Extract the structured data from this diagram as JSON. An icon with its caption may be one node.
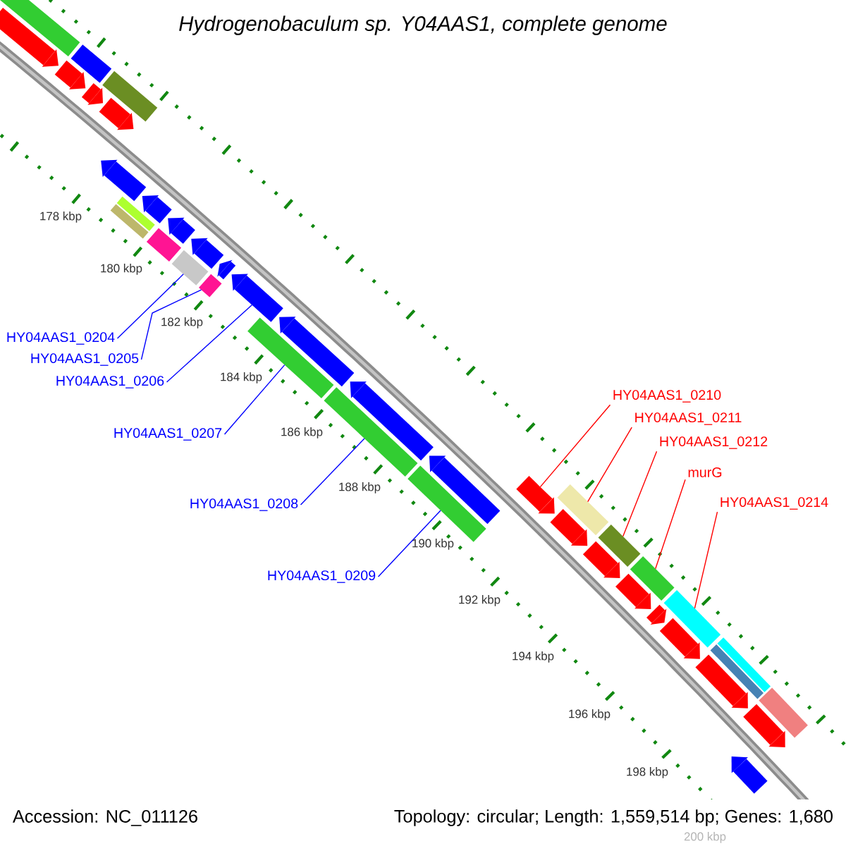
{
  "diagram": {
    "title": "Hydrogenobaculum sp. Y04AAS1, complete genome",
    "nodes": [
      {
        "text": [
          "HY04AAS1_0204"
        ]
      },
      {
        "text": [
          "HY04AAS1_0205"
        ]
      },
      {
        "text": [
          "HY04AAS1_0206"
        ]
      },
      {
        "text": [
          "HY04AAS1_0207"
        ]
      },
      {
        "text": [
          "HY04AAS1_0208"
        ]
      },
      {
        "text": [
          "HY04AAS1_0209"
        ]
      },
      {
        "text": [
          "HY04AAS1_0210"
        ]
      },
      {
        "text": [
          "HY04AAS1_0211"
        ]
      },
      {
        "text": [
          "HY04AAS1_0212"
        ]
      },
      {
        "text": [
          "murG"
        ]
      },
      {
        "text": [
          "HY04AAS1_0214"
        ]
      },
      {
        "text": [],
        "shape": "arrow"
      },
      {
        "text": [],
        "shape": "bar"
      },
      {
        "text": [],
        "shape": "bar"
      },
      {
        "text": [],
        "shape": "bar"
      },
      {
        "text": [],
        "shape": "arrow"
      },
      {
        "text": [],
        "shape": "arrow"
      },
      {
        "text": [],
        "shape": "arrow"
      },
      {
        "text": [],
        "shape": "arrow"
      },
      {
        "text": [],
        "shape": "bar"
      },
      {
        "text": [],
        "shape": "bar"
      },
      {
        "text": [],
        "shape": "arrow"
      },
      {
        "text": [],
        "shape": "bar"
      },
      {
        "text": [],
        "shape": "arrow"
      },
      {
        "text": [],
        "shape": "bar"
      },
      {
        "text": [],
        "shape": "arrow"
      },
      {
        "text": [],
        "shape": "bar"
      },
      {
        "text": [],
        "shape": "arrow"
      },
      {
        "text": [],
        "shape": "arrow"
      },
      {
        "text": [],
        "shape": "bar"
      },
      {
        "text": [],
        "shape": "arrow"
      },
      {
        "text": [],
        "shape": "bar"
      },
      {
        "text": [],
        "shape": "arrow"
      },
      {
        "text": [],
        "shape": "bar"
      },
      {
        "text": [],
        "shape": "arrow"
      },
      {
        "text": [],
        "shape": "arrow"
      },
      {
        "text": [],
        "shape": "bar"
      },
      {
        "text": [],
        "shape": "arrow"
      },
      {
        "text": [],
        "shape": "bar"
      },
      {
        "text": [],
        "shape": "arrow"
      },
      {
        "text": [],
        "shape": "bar"
      },
      {
        "text": [],
        "shape": "arrow"
      },
      {
        "text": [],
        "shape": "bar"
      },
      {
        "text": [],
        "shape": "arrow"
      },
      {
        "text": [],
        "shape": "bar"
      },
      {
        "text": [],
        "shape": "arrow"
      },
      {
        "text": [],
        "shape": "bar"
      },
      {
        "text": [],
        "shape": "arrow"
      },
      {
        "text": [],
        "shape": "arrow"
      },
      {
        "text": [],
        "shape": "arrow"
      },
      {
        "text": [],
        "shape": "bar"
      }
    ],
    "edges": [
      {
        "from": 0,
        "to": 24,
        "arrow": "none",
        "color": "#0000ff"
      },
      {
        "from": 1,
        "to": 26,
        "arrow": "none",
        "color": "#0000ff"
      },
      {
        "from": 2,
        "to": 28,
        "arrow": "none",
        "color": "#0000ff"
      },
      {
        "from": 3,
        "to": 29,
        "arrow": "none",
        "color": "#0000ff"
      },
      {
        "from": 4,
        "to": 31,
        "arrow": "none",
        "color": "#0000ff"
      },
      {
        "from": 5,
        "to": 33,
        "arrow": "none",
        "color": "#0000ff"
      },
      {
        "from": 6,
        "to": 35,
        "arrow": "none",
        "color": "#ff0000"
      },
      {
        "from": 7,
        "to": 36,
        "arrow": "none",
        "color": "#ff0000"
      },
      {
        "from": 8,
        "to": 38,
        "arrow": "none",
        "color": "#ff0000"
      },
      {
        "from": 9,
        "to": 40,
        "arrow": "none",
        "color": "#ff0000"
      },
      {
        "from": 10,
        "to": 42,
        "arrow": "none",
        "color": "#ff0000"
      }
    ],
    "labels": [
      "178 kbp",
      "180 kbp",
      "182 kbp",
      "184 kbp",
      "186 kbp",
      "188 kbp",
      "190 kbp",
      "192 kbp",
      "194 kbp",
      "196 kbp",
      "198 kbp",
      "200 kbp",
      "Accession: NC_011126",
      "Topology: circular; Length: 1,559,514 bp; Genes: 1,680"
    ]
  }
}
